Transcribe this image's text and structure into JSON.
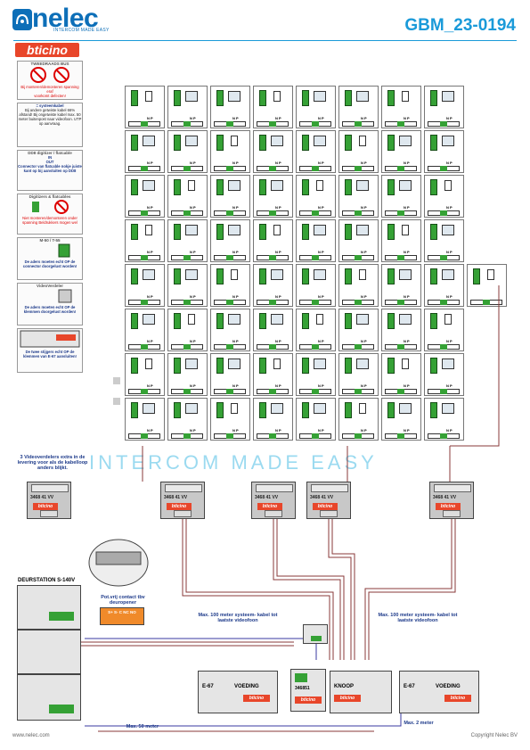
{
  "header": {
    "brand": "nelec",
    "tagline": "INTERCOM MADE EASY",
    "doc_code": "GBM_23-0194",
    "subbrand": "bticino"
  },
  "notes": [
    {
      "title": "TWEEDRAADS BUS",
      "body": "Bij monteren/demonteren spanning eraf",
      "extra": "voorkomt defecten!"
    },
    {
      "title": "= systeemkabel",
      "body": "Bij andere getwiste kabel 66% afstand! Bij ongetwiste kabel max. 50 meter buitenpost naar videofoon. UTP op aanvraag."
    },
    {
      "title": "DD8 digitizer / flatcable",
      "body": "Connector van flatcable nokje juiste kant op bij aansluiten op DD8",
      "in": "IN",
      "out": "OUT"
    },
    {
      "title": "Digitizers & flatcables",
      "body": "Niet monteren/demonteren onder spanning Beldrukkers mogen wel"
    },
    {
      "title": "M-50 / T-55",
      "body": "De aders moeten echt OP de connector doorgelust worden!"
    },
    {
      "title": "VideoVerdeler",
      "body": "De aders moeten echt OP de klemmen doorgelust worden!"
    },
    {
      "title": "",
      "body": "De twee stijgers echt OP de klemmen van E-67 aansluiten!"
    }
  ],
  "distributor_note": "3 Videoverdelers extra in de levering voor als de kabelloop anders blijkt.",
  "distributor_label": "3468 41  VV",
  "distributor_brand": "bticino",
  "door_station": {
    "title": "DEURSTATION S-140V"
  },
  "potfree": {
    "title": "Pot.vrij contact tbv deuropener",
    "terminals": "S+ S- C NC NO"
  },
  "labels": {
    "max100_left": "Max. 100 meter systeem- kabel tot laatste videofoon",
    "max100_right": "Max. 100 meter systeem- kabel tot laatste videofoon",
    "max50": "Max. 50 meter",
    "max2": "Max. 2 meter"
  },
  "devices": {
    "psu_left": "E-67",
    "psu_left_label": "VOEDING",
    "psu_right": "E-67",
    "psu_right_label": "VOEDING",
    "module_code": "346851",
    "knoop": "KNOOP",
    "brand": "bticino"
  },
  "monitor_labels": {
    "n": "N",
    "p": "P"
  },
  "watermark": "INTERCOM MADE EASY",
  "footer": {
    "left": "www.nelec.com",
    "right": "Copyright Nelec BV"
  }
}
